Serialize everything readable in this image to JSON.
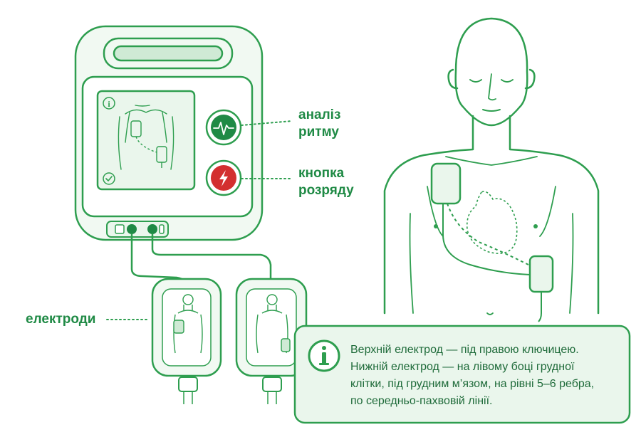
{
  "labels": {
    "rhythm_line1": "аналіз",
    "rhythm_line2": "ритму",
    "shock_line1": "кнопка",
    "shock_line2": "розряду",
    "electrodes": "електроди"
  },
  "info_box": {
    "icon": "info-icon",
    "lines": [
      "Верхній електрод — під правою ключицею.",
      "Нижній електрод — на лівому боці грудної",
      "клітки, під грудним м’язом, на рівні 5–6 ребра,",
      "по середньо-пахвовій лінії."
    ]
  },
  "icons": {
    "rhythm_button": "heart-rhythm-icon",
    "shock_button": "lightning-bolt-icon",
    "screen_info": "info-icon",
    "screen_check": "checkmark-icon"
  },
  "colors": {
    "green": "#2e9e4f",
    "dark_green": "#1f6b3a",
    "light_green_fill": "#eaf6ec",
    "rhythm_button": "#1f8a45",
    "shock_button": "#d32f2f"
  }
}
